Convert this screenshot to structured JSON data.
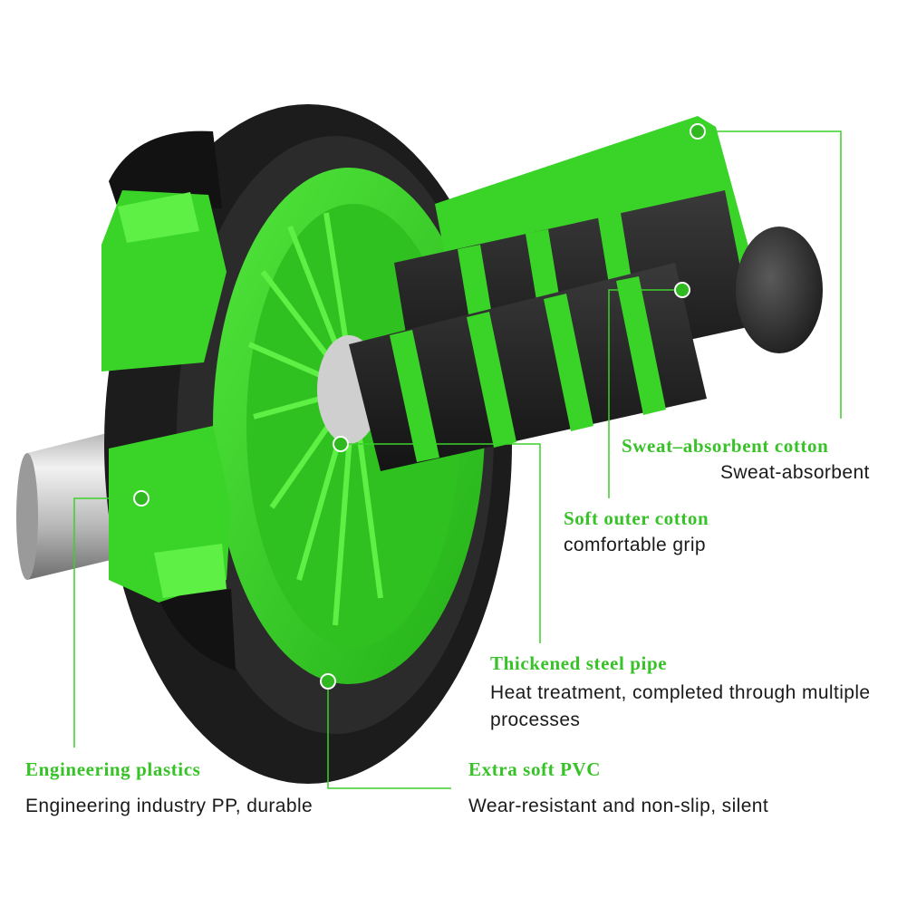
{
  "colors": {
    "accent": "#3bd12a",
    "label": "#37c227",
    "wheel_black": "#1c1c1c",
    "grip_black": "#2a2a2a",
    "steel": "#b9b9b9"
  },
  "callouts": {
    "sweat": {
      "title": "Sweat–absorbent cotton",
      "desc": "Sweat-absorbent"
    },
    "soft": {
      "title": "Soft outer cotton",
      "desc": "comfortable grip"
    },
    "steel": {
      "title": "Thickened steel pipe",
      "desc": "Heat treatment, completed through multiple processes"
    },
    "pvc": {
      "title": "Extra soft PVC",
      "desc": "Wear-resistant and non-slip, silent"
    },
    "plastic": {
      "title": "Engineering plastics",
      "desc": "Engineering industry PP, durable"
    }
  }
}
